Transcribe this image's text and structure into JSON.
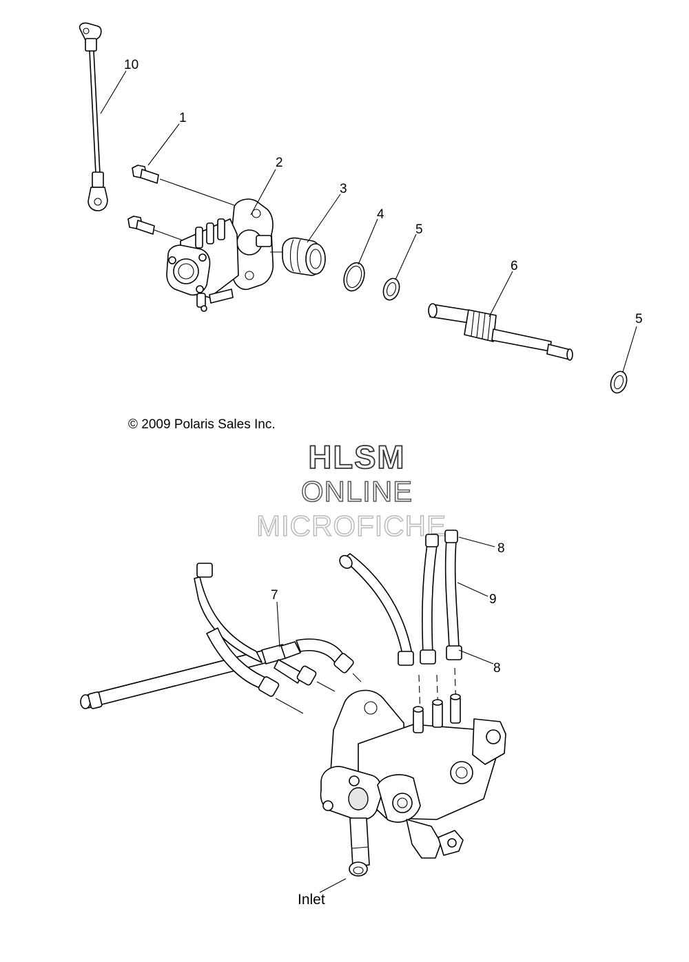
{
  "callouts": [
    "1",
    "2",
    "3",
    "4",
    "5",
    "5",
    "6",
    "7",
    "8",
    "8",
    "9",
    "10"
  ],
  "copyright": "© 2009 Polaris Sales Inc.",
  "watermark": {
    "line1": "HLSM",
    "line2": "ONLINE",
    "line3": "MICROFICHE"
  },
  "inlet_label": "Inlet"
}
